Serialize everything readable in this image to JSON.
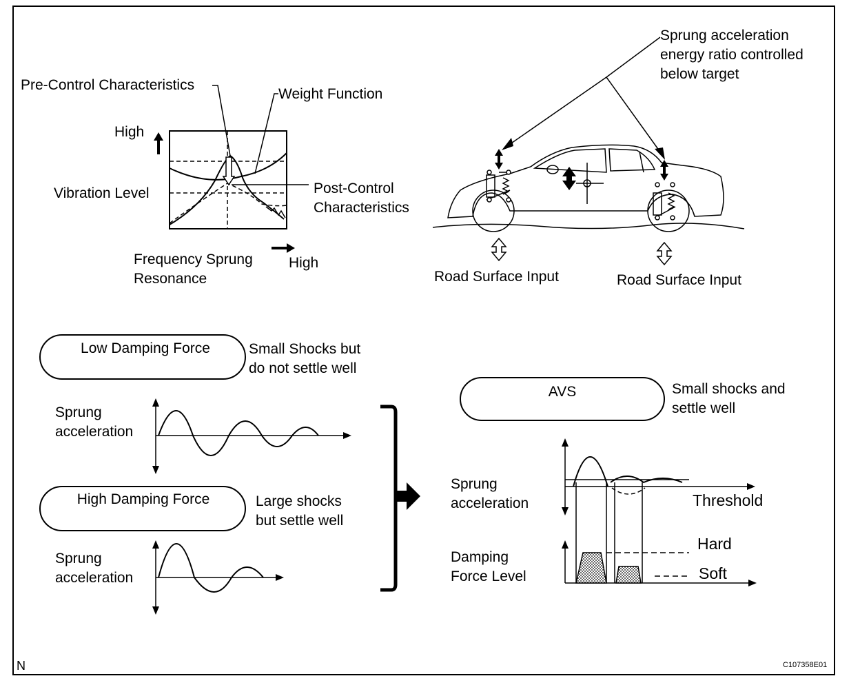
{
  "top_left": {
    "pre_control": "Pre-Control Characteristics",
    "weight_function": "Weight Function",
    "high_y": "High",
    "vibration_level": "Vibration Level",
    "post_control": "Post-Control\nCharacteristics",
    "frequency": "Frequency Sprung\nResonance",
    "high_x": "High"
  },
  "top_right": {
    "sprung_ratio": "Sprung acceleration\nenergy ratio controlled\nbelow target",
    "road_input_left": "Road Surface Input",
    "road_input_right": "Road Surface Input"
  },
  "bottom_left": {
    "low_damping": "Low Damping Force",
    "low_desc": "Small Shocks but\ndo not settle well",
    "sprung_accel_1": "Sprung\nacceleration",
    "high_damping": "High Damping Force",
    "high_desc": "Large shocks\nbut settle well",
    "sprung_accel_2": "Sprung\nacceleration"
  },
  "bottom_right": {
    "avs": "AVS",
    "avs_desc": "Small shocks and\nsettle well",
    "sprung_accel": "Sprung\nacceleration",
    "threshold": "Threshold",
    "damping_level": "Damping\nForce Level",
    "hard": "Hard",
    "soft": "Soft"
  },
  "footer": {
    "orientation": "N",
    "figure_id": "C107358E01"
  }
}
